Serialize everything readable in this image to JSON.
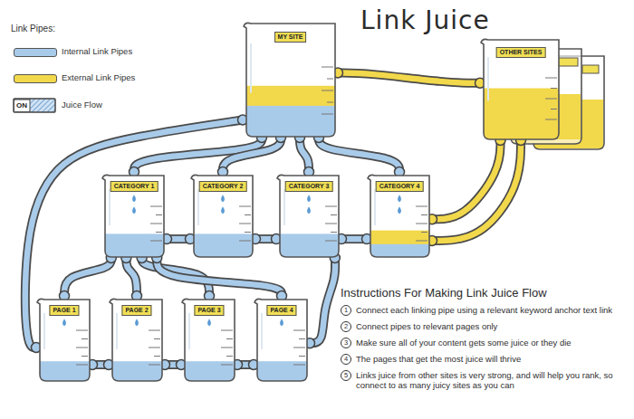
{
  "diagram": {
    "title": "Link Juice",
    "nodes": [
      {
        "text": [
          "MY SITE"
        ]
      },
      {
        "text": [
          "OTHER SITES"
        ]
      },
      {
        "text": [
          "CATEGORY 1"
        ]
      },
      {
        "text": [
          "CATEGORY 2"
        ]
      },
      {
        "text": [
          "CATEGORY 3"
        ]
      },
      {
        "text": [
          "CATEGORY 4"
        ]
      },
      {
        "text": [
          "PAGE 1"
        ]
      },
      {
        "text": [
          "PAGE 2"
        ]
      },
      {
        "text": [
          "PAGE 3"
        ]
      },
      {
        "text": [
          "PAGE 4"
        ]
      }
    ],
    "edges": [
      {
        "from": 0,
        "to": 2,
        "arrow": "none"
      },
      {
        "from": 0,
        "to": 3,
        "arrow": "none"
      },
      {
        "from": 0,
        "to": 4,
        "arrow": "none"
      },
      {
        "from": 0,
        "to": 5,
        "arrow": "none"
      },
      {
        "from": 1,
        "to": 0,
        "arrow": "none"
      },
      {
        "from": 1,
        "to": 5,
        "arrow": "none"
      },
      {
        "from": 1,
        "to": 5,
        "arrow": "none"
      },
      {
        "from": 2,
        "to": 3,
        "arrow": "none"
      },
      {
        "from": 3,
        "to": 4,
        "arrow": "none"
      },
      {
        "from": 4,
        "to": 5,
        "arrow": "none"
      },
      {
        "from": 0,
        "to": 6,
        "arrow": "none"
      },
      {
        "from": 2,
        "to": 6,
        "arrow": "none"
      },
      {
        "from": 2,
        "to": 7,
        "arrow": "none"
      },
      {
        "from": 2,
        "to": 8,
        "arrow": "none"
      },
      {
        "from": 2,
        "to": 9,
        "arrow": "none"
      },
      {
        "from": 4,
        "to": 9,
        "arrow": "none"
      },
      {
        "from": 6,
        "to": 7,
        "arrow": "none"
      },
      {
        "from": 7,
        "to": 8,
        "arrow": "none"
      },
      {
        "from": 8,
        "to": 9,
        "arrow": "none"
      }
    ],
    "labels": [
      "Link Pipes:",
      "ON",
      "Instructions For Making Link Juice Flow",
      "1",
      "Connect each linking pipe using a relevant keyword anchor text link",
      "2",
      "Connect pipes to relevant pages only",
      "3",
      "Make sure all of your content gets some juice or they die",
      "4",
      "The pages that get the most juice will thrive",
      "5",
      "Links juice from other sites is very strong, and will help you rank, so connect to as many juicy sites as you can"
    ],
    "legend": [
      {
        "text": "Internal Link Pipes",
        "color": "#a9cbea"
      },
      {
        "text": "External Link Pipes",
        "color": "#f2d84b"
      },
      {
        "text": "Juice Flow"
      }
    ]
  }
}
